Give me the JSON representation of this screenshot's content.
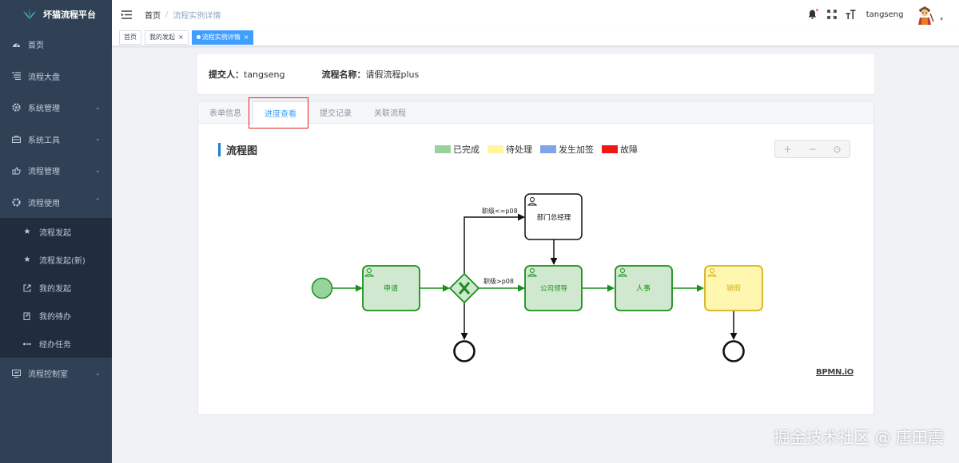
{
  "app": {
    "title": "坏猫流程平台"
  },
  "sidebar": {
    "items": [
      {
        "label": "首页",
        "icon": "dashboard-icon",
        "arrow": ""
      },
      {
        "label": "流程大盘",
        "icon": "list-icon",
        "arrow": ""
      },
      {
        "label": "系统管理",
        "icon": "gear-icon",
        "arrow": "⌄"
      },
      {
        "label": "系统工具",
        "icon": "toolbox-icon",
        "arrow": "⌄"
      },
      {
        "label": "流程管理",
        "icon": "hand-icon",
        "arrow": "⌄"
      },
      {
        "label": "流程使用",
        "icon": "settings-icon",
        "arrow": "⌃"
      }
    ],
    "sub_items": [
      {
        "label": "流程发起",
        "icon": "star-icon"
      },
      {
        "label": "流程发起(新)",
        "icon": "star-icon"
      },
      {
        "label": "我的发起",
        "icon": "external-link-icon"
      },
      {
        "label": "我的待办",
        "icon": "edit-icon"
      },
      {
        "label": "经办任务",
        "icon": "dot-line-icon"
      }
    ],
    "last_item": {
      "label": "流程控制室",
      "icon": "monitor-icon",
      "arrow": "⌄"
    }
  },
  "navbar": {
    "breadcrumb_home": "首页",
    "breadcrumb_sep": "/",
    "breadcrumb_current": "流程实例详情",
    "username": "tangseng",
    "caret": "▾"
  },
  "tags": [
    {
      "label": "首页",
      "closable": false,
      "active": false
    },
    {
      "label": "我的发起",
      "closable": true,
      "active": false
    },
    {
      "label": "流程实例详情",
      "closable": true,
      "active": true
    }
  ],
  "info": {
    "submitter_label": "提交人：",
    "submitter_value": "tangseng",
    "process_label": "流程名称：",
    "process_value": "请假流程plus"
  },
  "tabs": [
    {
      "label": "表单信息",
      "active": false
    },
    {
      "label": "进度查看",
      "active": true
    },
    {
      "label": "提交记录",
      "active": false
    },
    {
      "label": "关联流程",
      "active": false
    }
  ],
  "flow": {
    "title": "流程图",
    "legend": [
      {
        "label": "已完成",
        "color": "#98d39d"
      },
      {
        "label": "待处理",
        "color": "#fff59d"
      },
      {
        "label": "发生加签",
        "color": "#7ea6e6"
      },
      {
        "label": "故障",
        "color": "#f01616"
      }
    ],
    "zoom": {
      "in": "+",
      "out": "−",
      "reset": "⊙"
    },
    "nodes": {
      "apply": "申请",
      "dept_manager": "部门总经理",
      "company_leader": "公司领导",
      "hr": "人事",
      "cancel_leave": "销假"
    },
    "edges": {
      "upper": "职级<=p08",
      "lower": "职级>p08"
    },
    "colors": {
      "done_fill": "#cfe8cf",
      "done_stroke": "#1a8f1a",
      "pending_fill": "#fff7b0",
      "pending_stroke": "#d4b11c",
      "plain_stroke": "#111111"
    },
    "bpmn_logo": "BPMN.iO"
  },
  "watermark": "掘金技术社区 @ 唐田震"
}
